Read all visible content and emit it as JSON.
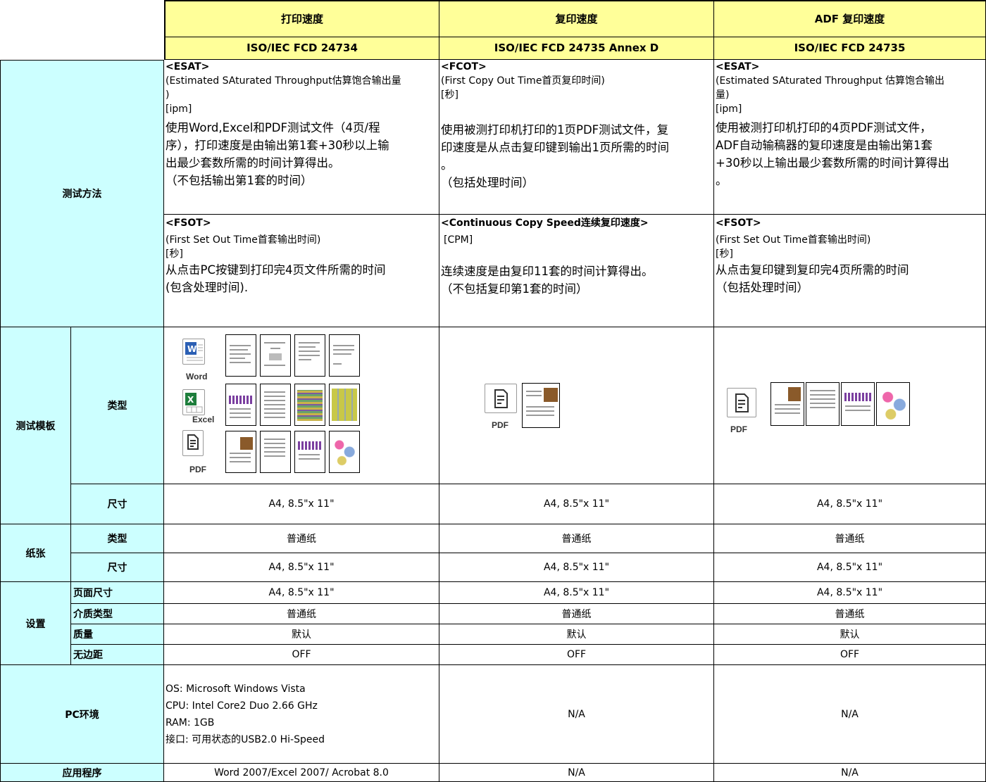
{
  "header": {
    "col1": {
      "title": "打印速度",
      "std": "ISO/IEC FCD 24734"
    },
    "col2": {
      "title": "复印速度",
      "std": "ISO/IEC FCD 24735 Annex D"
    },
    "col3": {
      "title": "ADF 复印速度",
      "std": "ISO/IEC FCD 24735"
    }
  },
  "rows": {
    "method": "测试方法",
    "template": "测试模板",
    "type": "类型",
    "size": "尺寸",
    "paper": "纸张",
    "settings": "设置",
    "page_size": "页面尺寸",
    "media_type": "介质类型",
    "quality": "质量",
    "borderless": "无边距",
    "pc_env": "PC环境",
    "app": "应用程序"
  },
  "method": {
    "c1a": {
      "tag": "<ESAT>",
      "desc1": "(Estimated SAturated Throughput估算饱合输出量",
      "desc2": ")",
      "unit": "[ipm]",
      "body": [
        "使用Word,Excel和PDF测试文件（4页/程",
        "序），打印速度是由输出第1套+30秒以上输",
        "出最少套数所需的时间计算得出。",
        "（不包括输出第1套的时间）"
      ]
    },
    "c1b": {
      "tag": "<FSOT>",
      "desc1": "(First Set Out Time首套输出时间)",
      "unit": "[秒]",
      "body": [
        "从点击PC按键到打印完4页文件所需的时间",
        "(包含处理时间)."
      ]
    },
    "c2a": {
      "tag": "<FCOT>",
      "desc1": "(First Copy Out Time首页复印时间)",
      "unit": "[秒]",
      "body": [
        "使用被测打印机打印的1页PDF测试文件，复",
        "印速度是从点击复印键到输出1页所需的时间",
        "。",
        "（包括处理时间）"
      ]
    },
    "c2b": {
      "tag": "<Continuous Copy Speed连续复印速度>",
      "unit": "[CPM]",
      "body": [
        "连续速度是由复印11套的时间计算得出。",
        "（不包括复印第1套的时间）"
      ]
    },
    "c3a": {
      "tag": "<ESAT>",
      "desc1": "(Estimated SAturated Throughput 估算饱合输出",
      "desc2": "量)",
      "unit": "[ipm]",
      "body": [
        "使用被测打印机打印的4页PDF测试文件，",
        "ADF自动输稿器的复印速度是由输出第1套",
        "+30秒以上输出最少套数所需的时间计算得出",
        "。"
      ]
    },
    "c3b": {
      "tag": "<FSOT>",
      "desc1": "(First Set Out Time首套输出时间)",
      "unit": "[秒]",
      "body": [
        "从点击复印键到复印完4页所需的时间",
        "（包括处理时间）"
      ]
    }
  },
  "file_labels": {
    "word": "Word",
    "excel": "Excel",
    "pdf": "PDF"
  },
  "values": {
    "size": "A4, 8.5\"x 11\"",
    "plain": "普通纸",
    "default": "默认",
    "off": "OFF",
    "na": "N/A"
  },
  "pc": [
    "OS: Microsoft Windows Vista",
    "CPU: Intel Core2 Duo 2.66 GHz",
    "RAM: 1GB",
    "接口: 可用状态的USB2.0 Hi-Speed"
  ],
  "app_value": "Word 2007/Excel 2007/ Acrobat 8.0"
}
